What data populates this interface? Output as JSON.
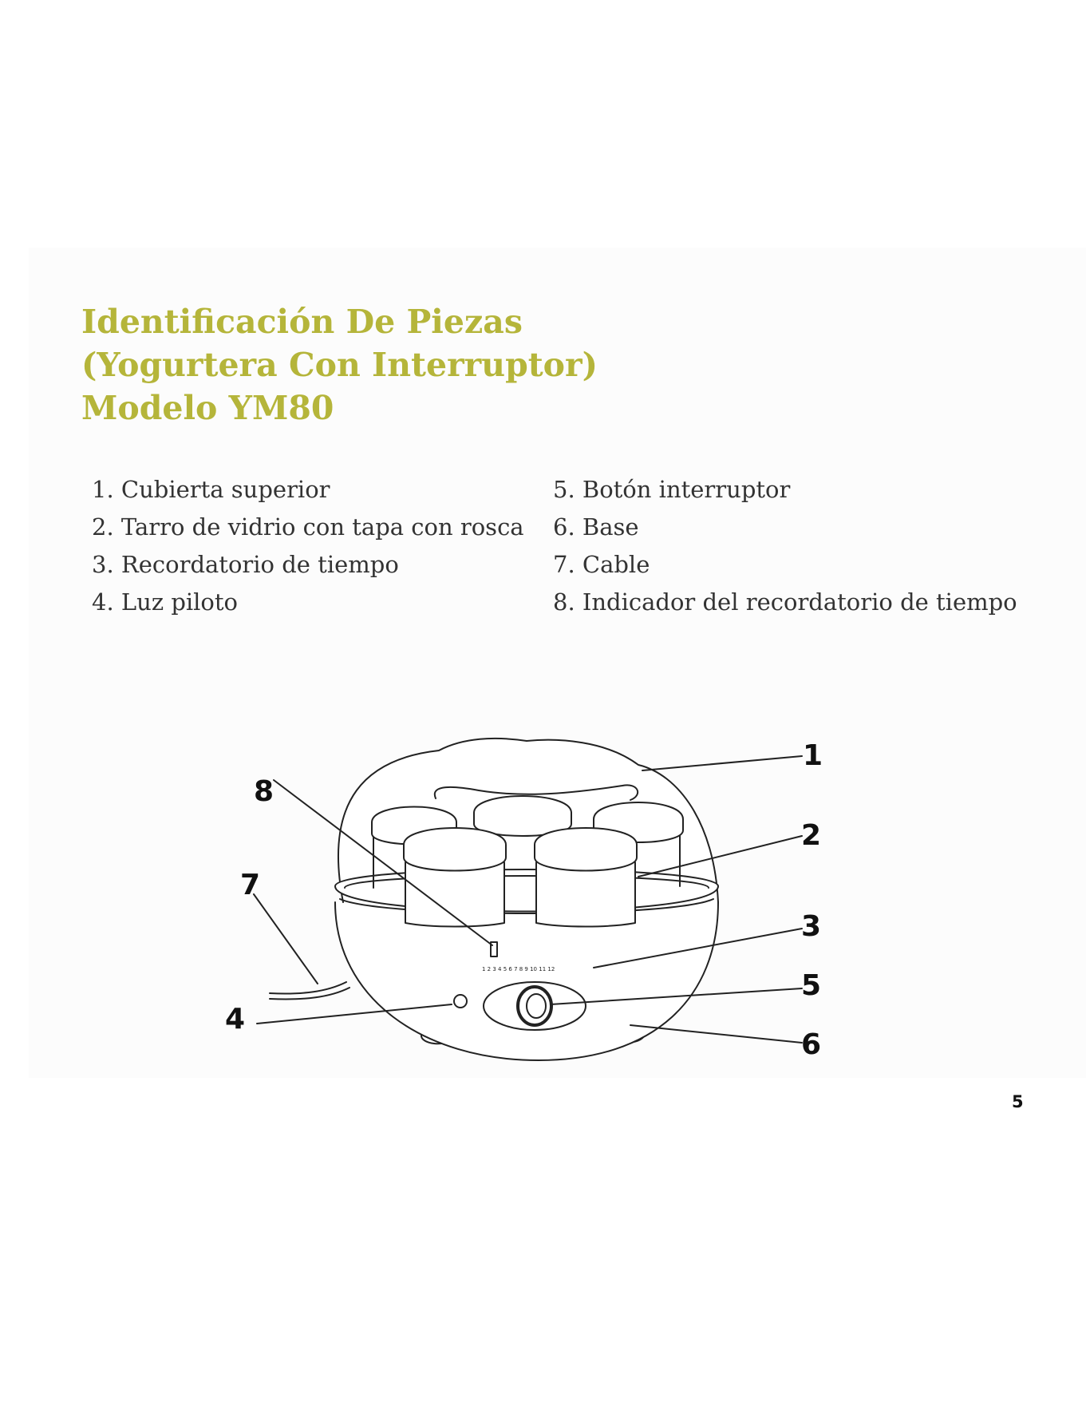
{
  "title": {
    "line1": "Identificación De Piezas",
    "line2": "(Yogurtera Con Interruptor)",
    "line3": "Modelo YM80"
  },
  "parts": {
    "left": [
      "1. Cubierta superior",
      "2. Tarro de vidrio con tapa con rosca",
      "3. Recordatorio de tiempo",
      "4. Luz piloto"
    ],
    "right": [
      "5. Botón interruptor",
      "6. Base",
      "7. Cable",
      "8. Indicador del recordatorio de tiempo"
    ]
  },
  "diagram": {
    "callouts": [
      "1",
      "2",
      "3",
      "4",
      "5",
      "6",
      "7",
      "8"
    ],
    "scale": "1 2 3 4 5 6 7 8 9 10 11 12"
  },
  "page_number": "5"
}
